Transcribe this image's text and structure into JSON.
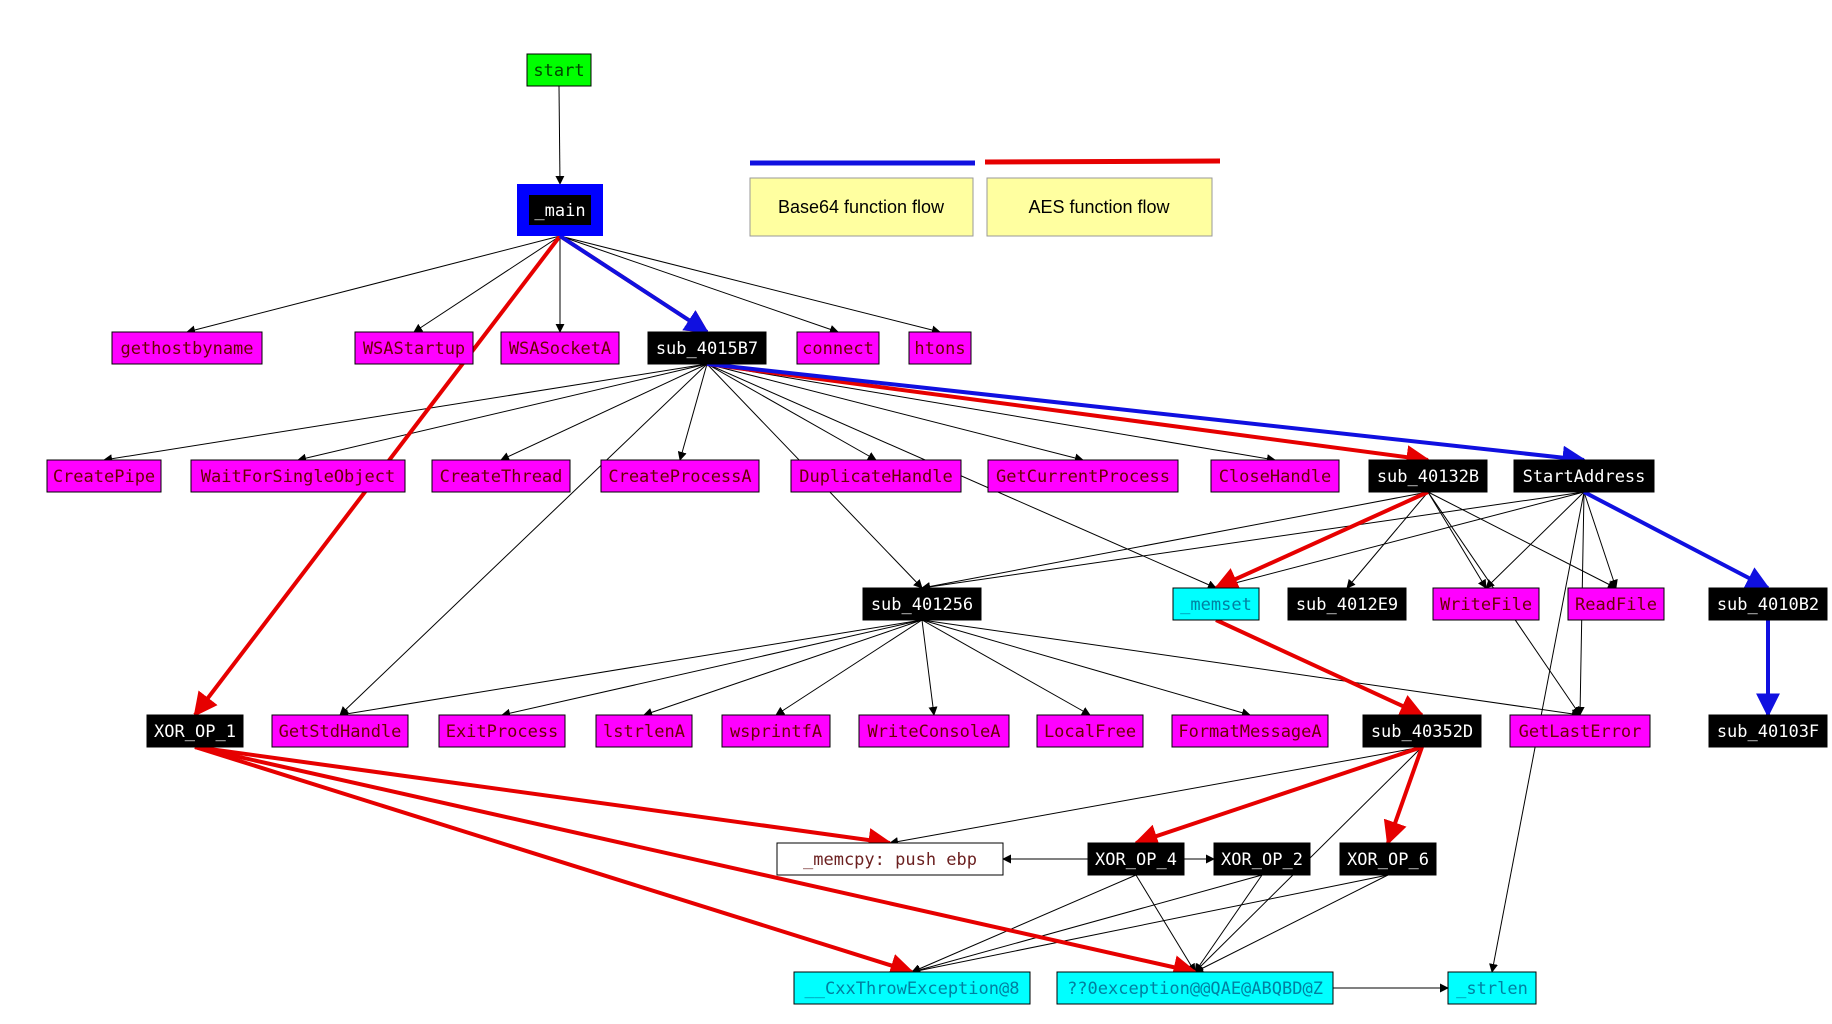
{
  "colors": {
    "magenta": "#ff00ff",
    "magenta_text": "#6b0000",
    "black": "#000000",
    "cyan": "#00ffff",
    "cyan_text": "#0080a0",
    "green": "#00ff00",
    "blue_frame": "#0000ff",
    "legend_fill": "#ffffa0",
    "blue_flow": "#1010e0",
    "red_flow": "#e60000",
    "edge": "#000000"
  },
  "legend": [
    {
      "id": "legend-base64",
      "label": "Base64 function flow",
      "flow": "blue"
    },
    {
      "id": "legend-aes",
      "label": "AES function flow",
      "flow": "red"
    }
  ],
  "nodes": [
    {
      "id": "start",
      "label": "start",
      "style": "green"
    },
    {
      "id": "main",
      "label": "_main",
      "style": "main"
    },
    {
      "id": "gethostbyname",
      "label": "gethostbyname",
      "style": "magenta"
    },
    {
      "id": "WSAStartup",
      "label": "WSAStartup",
      "style": "magenta"
    },
    {
      "id": "WSASocketA",
      "label": "WSASocketA",
      "style": "magenta"
    },
    {
      "id": "sub_4015B7",
      "label": "sub_4015B7",
      "style": "black"
    },
    {
      "id": "connect",
      "label": "connect",
      "style": "magenta"
    },
    {
      "id": "htons",
      "label": "htons",
      "style": "magenta"
    },
    {
      "id": "CreatePipe",
      "label": "CreatePipe",
      "style": "magenta"
    },
    {
      "id": "WaitForSingleObject",
      "label": "WaitForSingleObject",
      "style": "magenta"
    },
    {
      "id": "CreateThread",
      "label": "CreateThread",
      "style": "magenta"
    },
    {
      "id": "CreateProcessA",
      "label": "CreateProcessA",
      "style": "magenta"
    },
    {
      "id": "DuplicateHandle",
      "label": "DuplicateHandle",
      "style": "magenta"
    },
    {
      "id": "GetCurrentProcess",
      "label": "GetCurrentProcess",
      "style": "magenta"
    },
    {
      "id": "CloseHandle",
      "label": "CloseHandle",
      "style": "magenta"
    },
    {
      "id": "sub_40132B",
      "label": "sub_40132B",
      "style": "black"
    },
    {
      "id": "StartAddress",
      "label": "StartAddress",
      "style": "black"
    },
    {
      "id": "sub_401256",
      "label": "sub_401256",
      "style": "black"
    },
    {
      "id": "memset",
      "label": "_memset",
      "style": "cyan"
    },
    {
      "id": "sub_4012E9",
      "label": "sub_4012E9",
      "style": "black"
    },
    {
      "id": "WriteFile",
      "label": "WriteFile",
      "style": "magenta"
    },
    {
      "id": "ReadFile",
      "label": "ReadFile",
      "style": "magenta"
    },
    {
      "id": "sub_4010B2",
      "label": "sub_4010B2",
      "style": "black"
    },
    {
      "id": "XOR_OP_1",
      "label": "XOR_OP_1",
      "style": "black"
    },
    {
      "id": "GetStdHandle",
      "label": "GetStdHandle",
      "style": "magenta"
    },
    {
      "id": "ExitProcess",
      "label": "ExitProcess",
      "style": "magenta"
    },
    {
      "id": "lstrlenA",
      "label": "lstrlenA",
      "style": "magenta"
    },
    {
      "id": "wsprintfA",
      "label": "wsprintfA",
      "style": "magenta"
    },
    {
      "id": "WriteConsoleA",
      "label": "WriteConsoleA",
      "style": "magenta"
    },
    {
      "id": "LocalFree",
      "label": "LocalFree",
      "style": "magenta"
    },
    {
      "id": "FormatMessageA",
      "label": "FormatMessageA",
      "style": "magenta"
    },
    {
      "id": "sub_40352D",
      "label": "sub_40352D",
      "style": "black"
    },
    {
      "id": "GetLastError",
      "label": "GetLastError",
      "style": "magenta"
    },
    {
      "id": "sub_40103F",
      "label": "sub_40103F",
      "style": "black"
    },
    {
      "id": "memcpy",
      "label": "_memcpy: push    ebp",
      "style": "white"
    },
    {
      "id": "XOR_OP_4",
      "label": "XOR_OP_4",
      "style": "black"
    },
    {
      "id": "XOR_OP_2",
      "label": "XOR_OP_2",
      "style": "black"
    },
    {
      "id": "XOR_OP_6",
      "label": "XOR_OP_6",
      "style": "black"
    },
    {
      "id": "CxxThrowException",
      "label": "__CxxThrowException@8",
      "style": "cyan"
    },
    {
      "id": "exception",
      "label": "??0exception@@QAE@ABQBD@Z",
      "style": "cyan"
    },
    {
      "id": "strlen",
      "label": "_strlen",
      "style": "cyan"
    }
  ],
  "edges": [
    [
      "start",
      "main",
      "black"
    ],
    [
      "main",
      "gethostbyname",
      "black"
    ],
    [
      "main",
      "WSAStartup",
      "black"
    ],
    [
      "main",
      "WSASocketA",
      "black"
    ],
    [
      "main",
      "sub_4015B7",
      "black"
    ],
    [
      "main",
      "connect",
      "black"
    ],
    [
      "main",
      "htons",
      "black"
    ],
    [
      "main",
      "sub_4015B7",
      "red"
    ],
    [
      "main",
      "sub_4015B7",
      "blue"
    ],
    [
      "main",
      "XOR_OP_1",
      "red"
    ],
    [
      "sub_4015B7",
      "CreatePipe",
      "black"
    ],
    [
      "sub_4015B7",
      "WaitForSingleObject",
      "black"
    ],
    [
      "sub_4015B7",
      "CreateThread",
      "black"
    ],
    [
      "sub_4015B7",
      "CreateProcessA",
      "black"
    ],
    [
      "sub_4015B7",
      "DuplicateHandle",
      "black"
    ],
    [
      "sub_4015B7",
      "GetCurrentProcess",
      "black"
    ],
    [
      "sub_4015B7",
      "CloseHandle",
      "black"
    ],
    [
      "sub_4015B7",
      "sub_401256",
      "black"
    ],
    [
      "sub_4015B7",
      "GetStdHandle",
      "black"
    ],
    [
      "sub_4015B7",
      "memset",
      "black"
    ],
    [
      "sub_4015B7",
      "sub_40132B",
      "red"
    ],
    [
      "sub_4015B7",
      "StartAddress",
      "blue"
    ],
    [
      "sub_40132B",
      "memset",
      "red"
    ],
    [
      "sub_40132B",
      "sub_4012E9",
      "black"
    ],
    [
      "sub_40132B",
      "WriteFile",
      "black"
    ],
    [
      "sub_40132B",
      "ReadFile",
      "black"
    ],
    [
      "sub_40132B",
      "sub_401256",
      "black"
    ],
    [
      "sub_40132B",
      "GetLastError",
      "black"
    ],
    [
      "StartAddress",
      "memset",
      "black"
    ],
    [
      "StartAddress",
      "WriteFile",
      "black"
    ],
    [
      "StartAddress",
      "ReadFile",
      "black"
    ],
    [
      "StartAddress",
      "sub_401256",
      "black"
    ],
    [
      "StartAddress",
      "GetLastError",
      "black"
    ],
    [
      "StartAddress",
      "strlen",
      "black"
    ],
    [
      "StartAddress",
      "sub_4010B2",
      "blue"
    ],
    [
      "sub_4010B2",
      "sub_40103F",
      "blue"
    ],
    [
      "memset",
      "sub_40352D",
      "red"
    ],
    [
      "sub_401256",
      "GetStdHandle",
      "black"
    ],
    [
      "sub_401256",
      "ExitProcess",
      "black"
    ],
    [
      "sub_401256",
      "lstrlenA",
      "black"
    ],
    [
      "sub_401256",
      "wsprintfA",
      "black"
    ],
    [
      "sub_401256",
      "WriteConsoleA",
      "black"
    ],
    [
      "sub_401256",
      "LocalFree",
      "black"
    ],
    [
      "sub_401256",
      "FormatMessageA",
      "black"
    ],
    [
      "sub_401256",
      "GetLastError",
      "black"
    ],
    [
      "XOR_OP_1",
      "memcpy",
      "red"
    ],
    [
      "XOR_OP_1",
      "CxxThrowException",
      "red"
    ],
    [
      "XOR_OP_1",
      "exception",
      "red"
    ],
    [
      "sub_40352D",
      "XOR_OP_4",
      "red"
    ],
    [
      "sub_40352D",
      "XOR_OP_6",
      "red"
    ],
    [
      "sub_40352D",
      "memcpy",
      "black"
    ],
    [
      "sub_40352D",
      "exception",
      "black"
    ],
    [
      "XOR_OP_4",
      "memcpy",
      "black"
    ],
    [
      "XOR_OP_4",
      "XOR_OP_2",
      "black"
    ],
    [
      "XOR_OP_4",
      "CxxThrowException",
      "black"
    ],
    [
      "XOR_OP_4",
      "exception",
      "black"
    ],
    [
      "XOR_OP_2",
      "CxxThrowException",
      "black"
    ],
    [
      "XOR_OP_2",
      "exception",
      "black"
    ],
    [
      "XOR_OP_6",
      "CxxThrowException",
      "black"
    ],
    [
      "XOR_OP_6",
      "exception",
      "black"
    ],
    [
      "exception",
      "strlen",
      "black"
    ]
  ]
}
